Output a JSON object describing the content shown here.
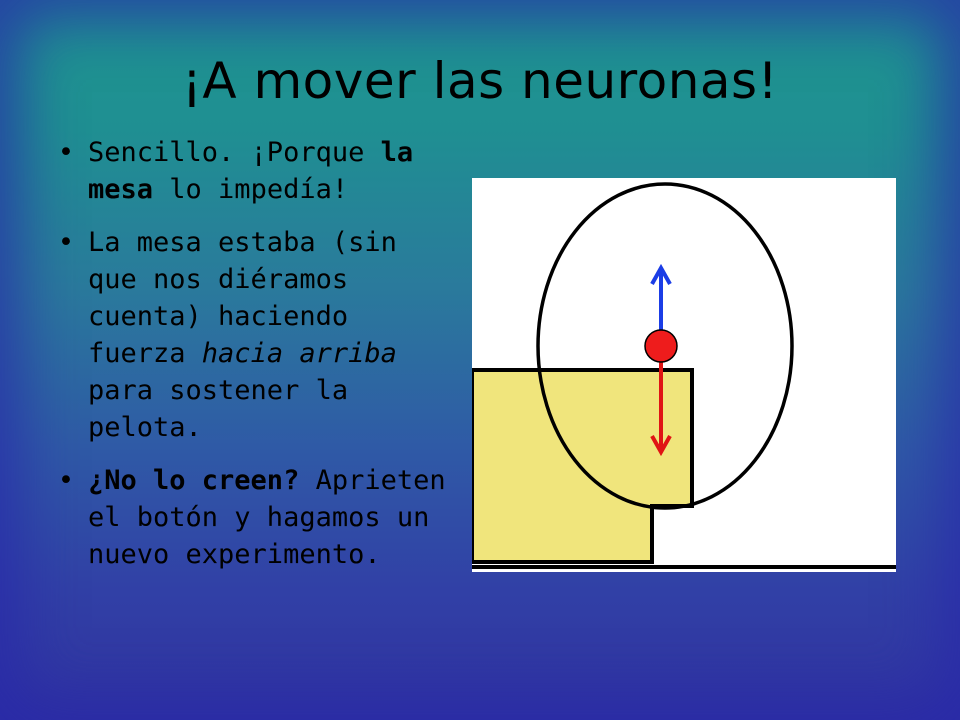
{
  "slide": {
    "title": "¡A mover las neuronas!",
    "bullets": [
      {
        "parts": [
          {
            "text": "Sencillo. ¡Porque ",
            "style": "normal"
          },
          {
            "text": "la mesa",
            "style": "bold"
          },
          {
            "text": " lo impedía!",
            "style": "normal"
          }
        ]
      },
      {
        "parts": [
          {
            "text": "La mesa estaba (sin que nos diéramos cuenta) haciendo fuerza ",
            "style": "normal"
          },
          {
            "text": "hacia arriba",
            "style": "italic"
          },
          {
            "text": " para sostener la pelota.",
            "style": "normal"
          }
        ]
      },
      {
        "parts": [
          {
            "text": "¿No lo creen?",
            "style": "bold"
          },
          {
            "text": " Aprieten el botón y hagamos un nuevo experimento.",
            "style": "normal"
          }
        ]
      }
    ]
  },
  "colors": {
    "table_fill": "#f0e57c",
    "ball": "#ee1c1c",
    "arrow_up": "#1b3de6",
    "arrow_down": "#e01414",
    "outline": "#000000"
  }
}
